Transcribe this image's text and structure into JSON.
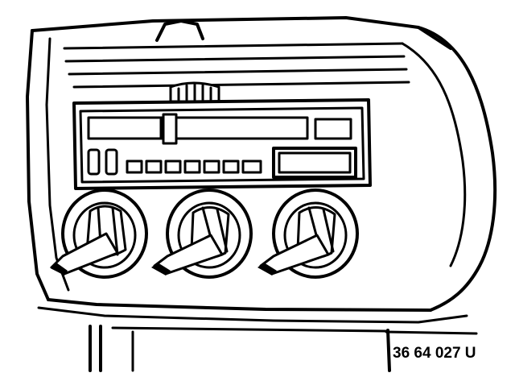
{
  "figure": {
    "reference_code": "36 64 027 U",
    "control_knobs": [
      {
        "id": "left"
      },
      {
        "id": "center"
      },
      {
        "id": "right"
      }
    ]
  }
}
